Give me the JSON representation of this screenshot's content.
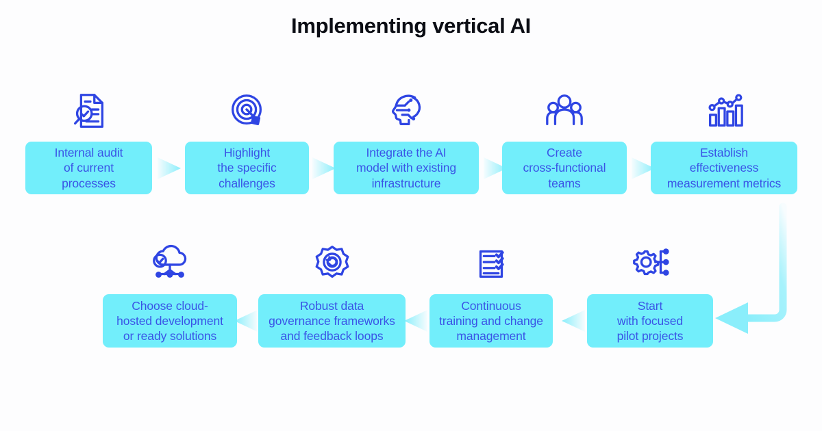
{
  "title": "Implementing vertical AI",
  "theme": {
    "background": "#fdfdfe",
    "box_fill": "#72eefb",
    "label_text": "#3a54e6",
    "icon_blue": "#2f45e3",
    "title_text": "#0b0d14",
    "arrow_fill": "#8aeefb"
  },
  "row1": {
    "direction": "left-to-right",
    "steps": [
      {
        "id": 1,
        "label": "Internal audit\nof current\nprocesses",
        "icon": "document-magnifier-check-icon"
      },
      {
        "id": 2,
        "label": "Highlight\nthe specific\nchallenges",
        "icon": "target-dart-icon"
      },
      {
        "id": 3,
        "label": "Integrate the AI\nmodel with existing\ninfrastructure",
        "icon": "ai-head-circuit-icon"
      },
      {
        "id": 4,
        "label": "Create\ncross-functional\nteams",
        "icon": "people-group-icon"
      },
      {
        "id": 5,
        "label": "Establish\neffectiveness\nmeasurement metrics",
        "icon": "bar-chart-trend-icon"
      }
    ]
  },
  "row2": {
    "direction": "right-to-left",
    "steps": [
      {
        "id": 6,
        "label": "Start\nwith focused\npilot projects",
        "icon": "gear-network-nodes-icon"
      },
      {
        "id": 7,
        "label": "Continuous\ntraining and change\nmanagement",
        "icon": "checklist-icon"
      },
      {
        "id": 8,
        "label": "Robust data\ngovernance frameworks\nand feedback loops",
        "icon": "gear-refresh-loop-icon"
      },
      {
        "id": 9,
        "label": "Choose cloud-\nhosted development\nor ready solutions",
        "icon": "cloud-check-network-icon"
      }
    ]
  },
  "connectors": {
    "row_transition": "elbow-arrow-down-left",
    "mini_arrow": "triangle-arrow"
  }
}
